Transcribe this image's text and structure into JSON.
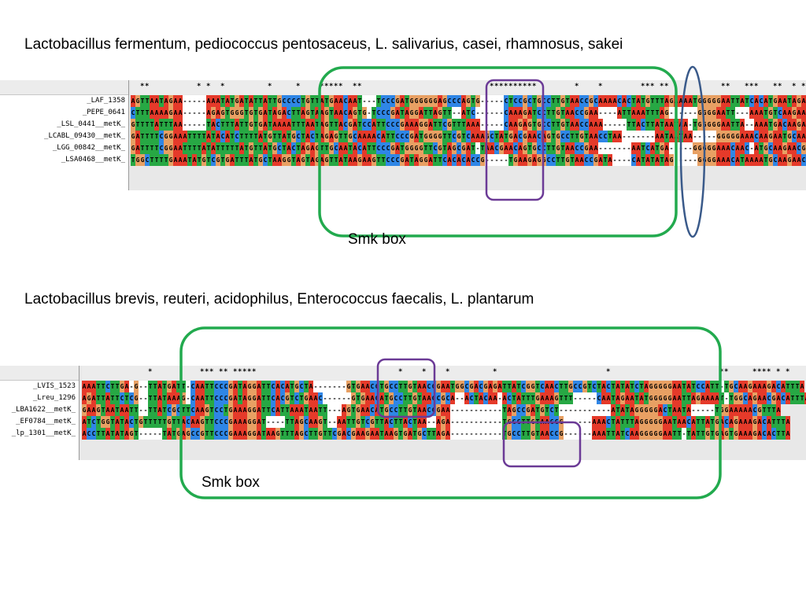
{
  "section1": {
    "title": "Lactobacillus fermentum, pediococcus pentosaceus, L. salivarius, casei, rhamnosus, sakei",
    "box_label": "Smk box",
    "consensus": "  **          * *  *         *     *    *****  **                           **********        *    *        *** **           **   ***   **  * ** ** ** **",
    "sequences": [
      {
        "name": "_LAF_1358",
        "seq": "AGTTAATAGAA-----AAATATGATATTATTGCCCCTGTTATGAACAAT---TCCCGATGGGGGGAGCCCAGTG-----CTCCGCTGCCTTGTAACCGCAAAACACTATGTTTAGAAAATGGGGGAATTATCACATGAATAGAACGACACTTATTCACGTCAGAA"
      },
      {
        "name": "_PEPE_0641",
        "seq": "CTTTAAAAGAA-----AGAGTGGGTGTGATAGACTTAGTAAGTAACAGTG-TCCCGATAGGATTAGTT--ATC------CAAAGATCCTTGTAACCGAA----ATTAAATTTAG------GGGGAATT---AAATGTCAAGAACGACATTTATTTACTTCAGAA"
      },
      {
        "name": "_LSL_0441__metK_",
        "seq": "GTTTTATTTAA-----TACTTTATTGTGATAAAATTTAATAGTTACGATCCATTCCCGAAAGGATTCGTTTAAA-----CAAGAGTGCCTTGTAACCAAA-----TTACTTATAATAA-TGGGGGAATTA--AAATGACAAGAAAACACCTTTTTACTTCTGAA"
      },
      {
        "name": "_LCABL_09430__metK_",
        "seq": "GATTTTCGGAAATTTTATACATCTTTTATGTTATGCTACTAGAGTTGCAAAACATTCCCGATGGGGTTCGTCAAAGCTATGACGAACAGTGCCTTGTAACCTAA-------AATAATAA-----GGGGGAAACAAGAATGCAAGAACGCCATTTATTTACGTCGGAC"
      },
      {
        "name": "_LGG_00842__metK_",
        "seq": "GATTTTCGGAATTTTATATTTTTATGTTATGCTACTAGAGTTGCAATACATTCCCGATGGGGTTCGTAGCGAT-TAACGAACAGTGCCTTGTAACCGAA-------AATCATGA-----GGGGGAAACAAC-ATGCAAGAACGCCATTTATTTACTTCTGAC"
      },
      {
        "name": "_LSA0468__metK_",
        "seq": "TGGCTTTTGAAATATGTCGTGATTTATGCTAAGGTAGTAGAGTTATAAGAAGTTCCCGATAGGATTCACACACCG-----TGAAGAGGCCTTGTAACCGATA----CATATATAG-----GGGGAAACATAAAATGCAAGAACGCCATTTATTTACTCGGAA"
      }
    ]
  },
  "section2": {
    "title": "Lactobacillus brevis, reuteri, acidophilus, Enterococcus faecalis, L. plantarum",
    "box_label": "Smk box",
    "consensus": "              *          *** ** *****                              *    *    *         *                       *                       **     **** * *              ***   **   **",
    "sequences": [
      {
        "name": "_LVIS_1523",
        "seq": "AAATTCTTGA-G--TTATGATT-CAATTCCCGATAGGATTCACATGCTA-------GTGAACCTGCCTTGTAACCGAATGGCGACGAGATTATCGGTCAACTTGCCGTCTACTATATCTAGGGGGAATATCCATT-TGCAAGAAAGACATTTA"
      },
      {
        "name": "_Lreu_1296",
        "seq": "AGATTATTCTCG--TTATAAAG-CAATTCCCGATAGGATTCACGTCTGAAC------GTGAACATGCCTTGTAACCGCA--ACTACAA-ACTATTTGAAAGTTT-----CAATAGAATATGGGGGAATTAGAAAAT-TGGCAGAACGACATTTA"
      },
      {
        "name": "_LBA1622__metK_",
        "seq": "GAAGTAATAATT--TTATCGCTTCAAGTCCTGAAAGGATTCATTAAATAATT---AGTGAACATGCCTTGTAACCGAA-----------TAGCCGATGTCT-----------ATATAGGGGGACTAATA-----TGGAAAAACGTTTA"
      },
      {
        "name": "_EF0784__metK_",
        "seq": "ATCTGGTATACTGTTTTTGTTACAAGTTCCCGAAAGGAT----TTAGCAAGT--AATTGTCGTTACTTACTAA--AGA-----------TGCCTTGTAACCG------AAACTATTTAGGGGGAATAACATTATGACAGAAAGACATTTA"
      },
      {
        "name": "_lp_1301__metK_",
        "seq": "ACCTTATATAGT-----TATGAGCCGTTCCCGAAAGGATAAGTTTAGCTTGTTCGACGAAGAATAAGTGATGCTTAGA-----------TGCCTTGTAACCG------AAATTATCAAGGGGGAATT-TATTGTGAGTGAAAGACACTTA"
      }
    ]
  },
  "colors": {
    "A": "#e53a2a",
    "T": "#27a844",
    "G": "#e8a063",
    "C": "#2f86e6",
    "smk_box_outline": "#22aa4e",
    "motif_outline": "#6b3a96",
    "column_outline": "#3a5a8a"
  }
}
